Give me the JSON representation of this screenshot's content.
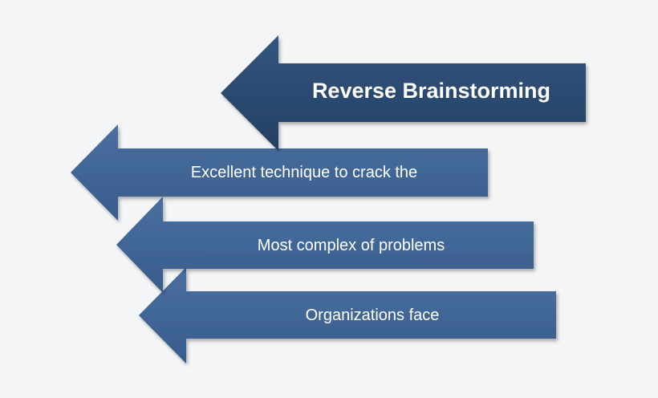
{
  "diagram": {
    "title": "Reverse Brainstorming",
    "items": [
      "Excellent technique to crack the",
      "Most complex of problems",
      "Organizations face"
    ]
  },
  "colors": {
    "background": "#f4f5f7",
    "title_arrow": "#2b4a70",
    "item_arrow": "#3e6596",
    "text": "#ffffff"
  }
}
